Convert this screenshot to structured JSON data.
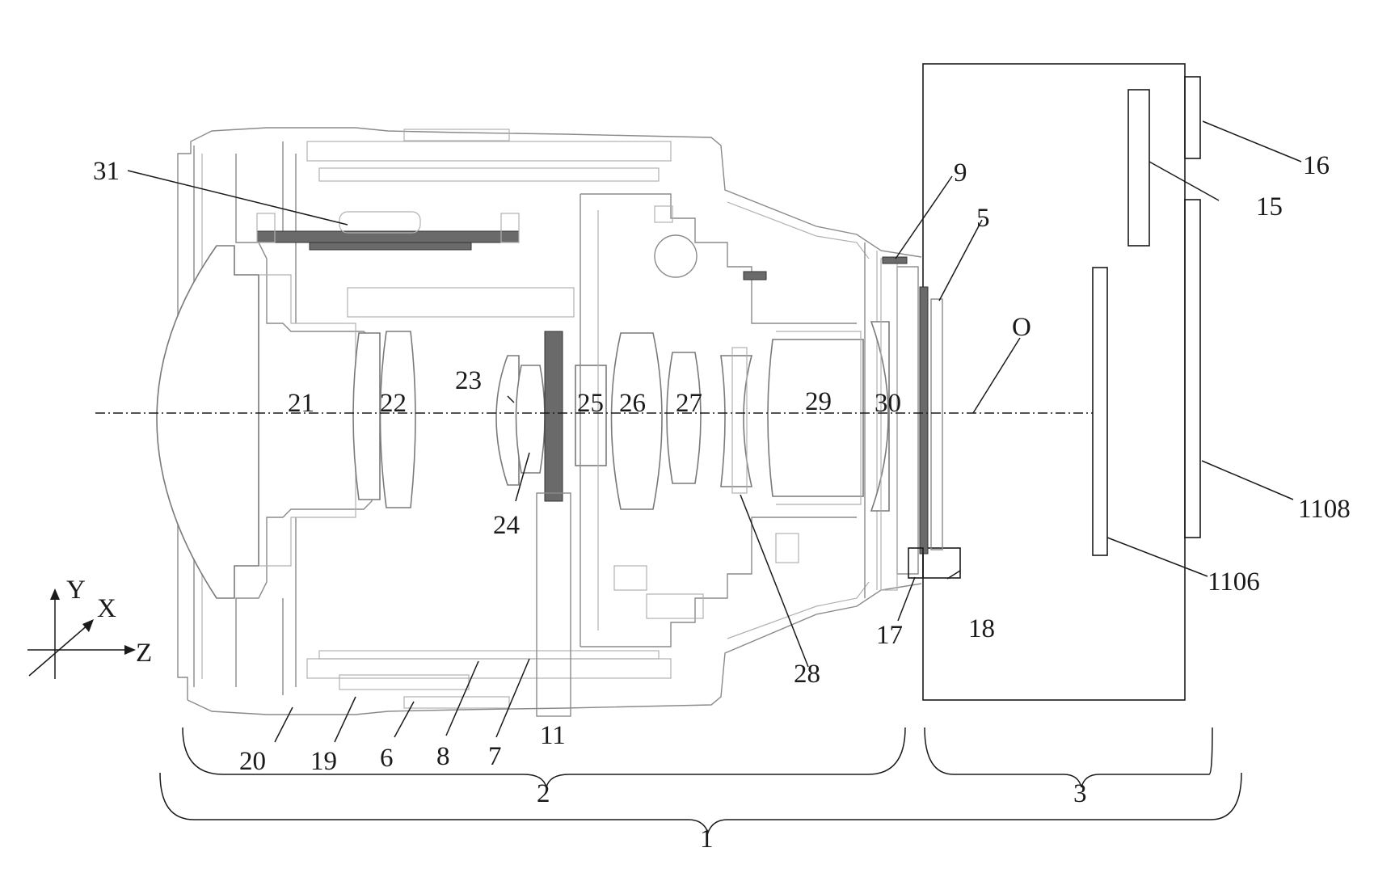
{
  "labels": {
    "l31": "31",
    "l9": "9",
    "l5": "5",
    "l16": "16",
    "l15": "15",
    "lO": "O",
    "l21": "21",
    "l22": "22",
    "l23": "23",
    "l24": "24",
    "l25": "25",
    "l26": "26",
    "l27": "27",
    "l28": "28",
    "l29": "29",
    "l30": "30",
    "l1108": "1108",
    "l1106": "1106",
    "l17": "17",
    "l18": "18",
    "l20": "20",
    "l19": "19",
    "l6": "6",
    "l8": "8",
    "l7": "7",
    "l11": "11",
    "l2": "2",
    "l3": "3",
    "l1": "1"
  },
  "axes": {
    "y": "Y",
    "x": "X",
    "z": "Z"
  }
}
